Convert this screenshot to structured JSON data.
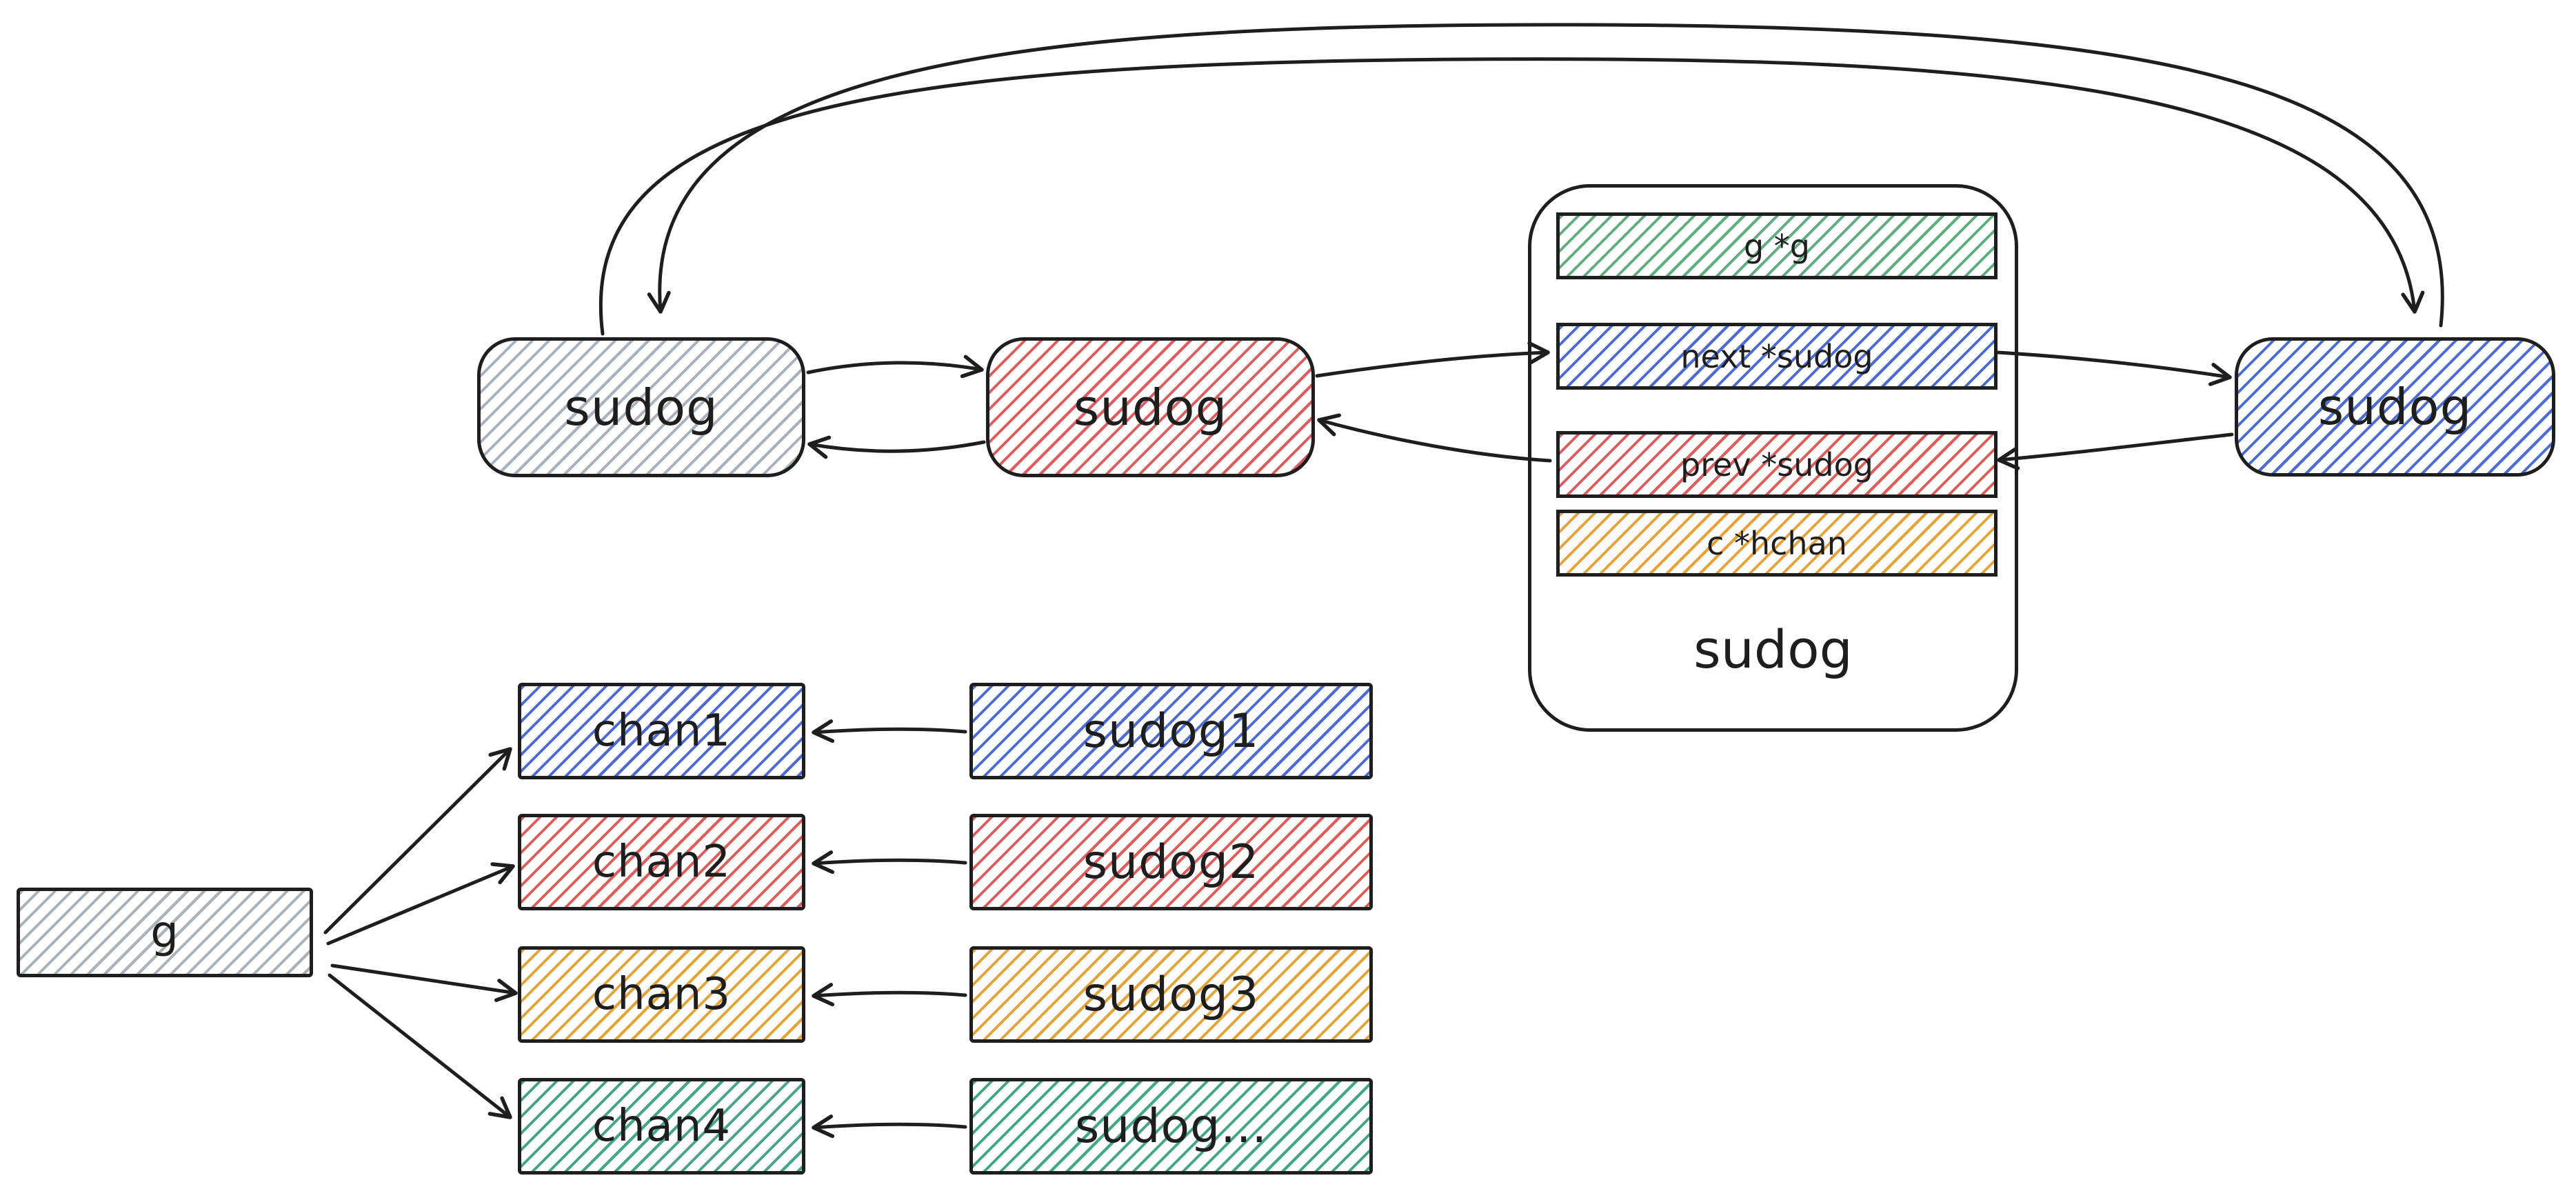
{
  "palette": {
    "stroke": "#1e1e1e",
    "blue": "#4a6cd4",
    "red": "#dd5c5c",
    "green": "#5fae7e",
    "teal": "#43a58c",
    "yellow": "#e5a33c",
    "gray": "#a9b1ba"
  },
  "list": {
    "left_node": {
      "label": "sudog",
      "color": "gray"
    },
    "mid_node": {
      "label": "sudog",
      "color": "red"
    },
    "right_node": {
      "label": "sudog",
      "color": "blue"
    }
  },
  "detail": {
    "label": "sudog",
    "fields": [
      {
        "label": "g *g",
        "color": "green"
      },
      {
        "label": "next *sudog",
        "color": "blue"
      },
      {
        "label": "prev *sudog",
        "color": "red"
      },
      {
        "label": "c *hchan",
        "color": "yellow"
      }
    ]
  },
  "goroutine": {
    "label": "g",
    "color": "gray"
  },
  "channels": [
    {
      "label": "chan1",
      "color": "blue"
    },
    {
      "label": "chan2",
      "color": "red"
    },
    {
      "label": "chan3",
      "color": "yellow"
    },
    {
      "label": "chan4",
      "color": "teal"
    }
  ],
  "sudogs": [
    {
      "label": "sudog1",
      "color": "blue"
    },
    {
      "label": "sudog2",
      "color": "red"
    },
    {
      "label": "sudog3",
      "color": "yellow"
    },
    {
      "label": "sudog...",
      "color": "teal"
    }
  ]
}
